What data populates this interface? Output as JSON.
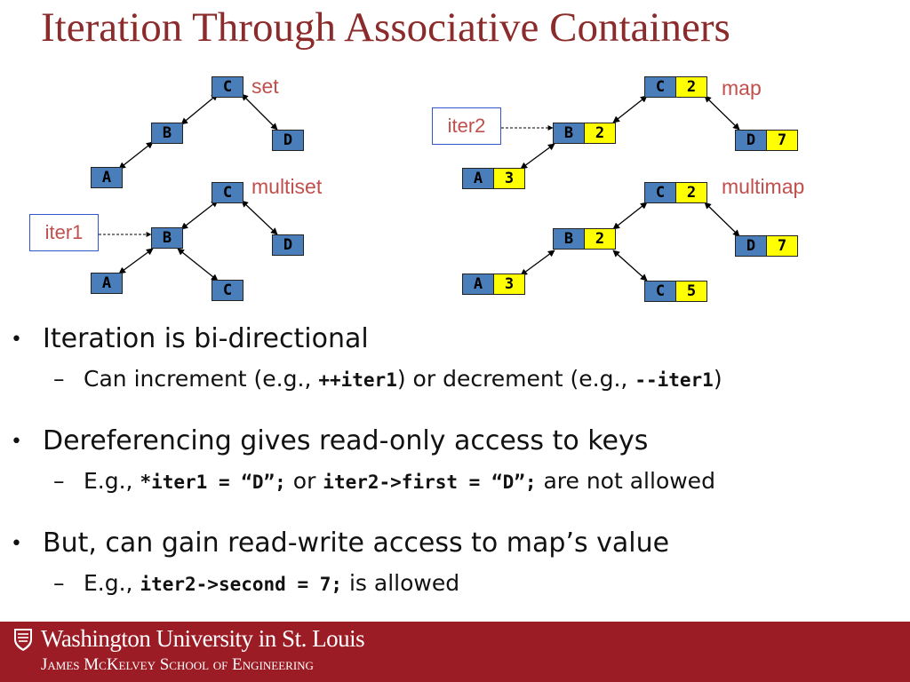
{
  "slide": {
    "title": "Iteration Through Associative Containers"
  },
  "diagram": {
    "set": {
      "label": "set",
      "nodes": [
        {
          "key": "C"
        },
        {
          "key": "B"
        },
        {
          "key": "D"
        },
        {
          "key": "A"
        }
      ]
    },
    "multiset": {
      "label": "multiset",
      "nodes": [
        {
          "key": "C"
        },
        {
          "key": "B"
        },
        {
          "key": "D"
        },
        {
          "key": "A"
        },
        {
          "key": "C"
        }
      ]
    },
    "map": {
      "label": "map",
      "nodes": [
        {
          "key": "C",
          "value": "2"
        },
        {
          "key": "B",
          "value": "2"
        },
        {
          "key": "D",
          "value": "7"
        },
        {
          "key": "A",
          "value": "3"
        }
      ]
    },
    "multimap": {
      "label": "multimap",
      "nodes": [
        {
          "key": "C",
          "value": "2"
        },
        {
          "key": "B",
          "value": "2"
        },
        {
          "key": "D",
          "value": "7"
        },
        {
          "key": "A",
          "value": "3"
        },
        {
          "key": "C",
          "value": "5"
        }
      ]
    },
    "iter1_label": "iter1",
    "iter2_label": "iter2",
    "colors": {
      "key_fill": "#4a7ebb",
      "value_fill": "#ffff00",
      "label": "#c0504d",
      "title": "#8b2b2b"
    }
  },
  "bullets": [
    {
      "text": "Iteration is bi-directional",
      "sub": {
        "p1": "Can increment (e.g., ",
        "c1": "++iter1",
        "p2": ") or decrement (e.g., ",
        "c2": "--iter1",
        "p3": ")"
      }
    },
    {
      "text": "Dereferencing gives read-only access to keys",
      "sub": {
        "p1": "E.g., ",
        "c1": "*iter1 = “D”;",
        "p2": " or ",
        "c2": "iter2->first = “D”;",
        "p3": " are not allowed"
      }
    },
    {
      "text": "But, can gain read-write access to map’s value",
      "sub": {
        "p1": "E.g., ",
        "c1": "iter2->second = 7;",
        "p2": " is allowed"
      }
    }
  ],
  "footer": {
    "university": "Washington University in St. Louis",
    "school": "James McKelvey School of Engineering"
  }
}
